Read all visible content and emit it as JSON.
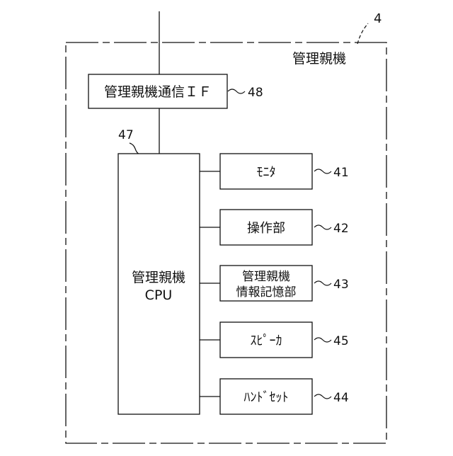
{
  "diagram": {
    "device_ref": "4",
    "device_label": "管理親機",
    "comm_if": {
      "label": "管理親機通信ＩＦ",
      "ref": "48"
    },
    "cpu": {
      "ref": "47",
      "line1": "管理親機",
      "line2": "CPU"
    },
    "modules": [
      {
        "id": "monitor",
        "lines": [
          "ﾓﾆﾀ"
        ],
        "ref": "41"
      },
      {
        "id": "operation",
        "lines": [
          "操作部"
        ],
        "ref": "42"
      },
      {
        "id": "storage",
        "lines": [
          "管理親機",
          "情報記憶部"
        ],
        "ref": "43"
      },
      {
        "id": "speaker",
        "lines": [
          "ｽﾋﾟｰｶ"
        ],
        "ref": "45"
      },
      {
        "id": "handset",
        "lines": [
          "ﾊﾝﾄﾞｾｯﾄ"
        ],
        "ref": "44"
      }
    ]
  }
}
